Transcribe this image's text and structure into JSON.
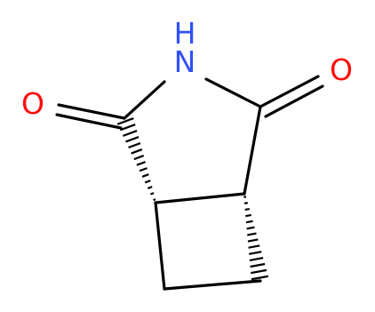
{
  "molecule": {
    "atoms": {
      "nitrogen": {
        "label": "N",
        "sublabel": "H",
        "color": "#3050f8"
      },
      "oxygen_left": {
        "label": "O",
        "color": "#ff0d0d"
      },
      "oxygen_right": {
        "label": "O",
        "color": "#ff0d0d"
      }
    },
    "bond_color": "#000000"
  }
}
